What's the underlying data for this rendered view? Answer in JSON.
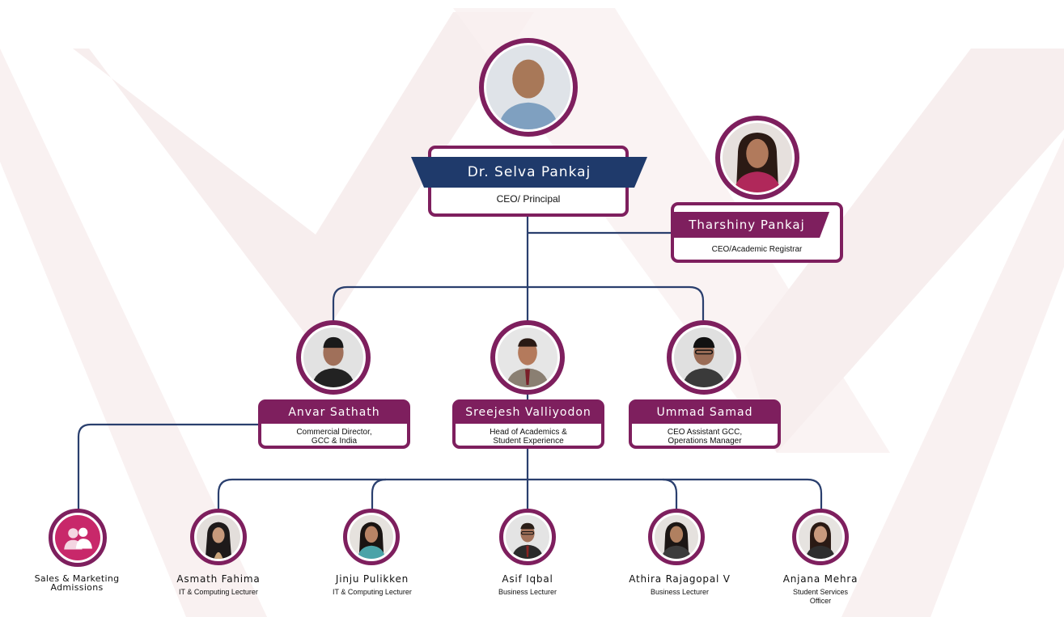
{
  "theme": {
    "accent": "#7e1f5e",
    "navy": "#1f3a6b",
    "line": "#2a3f6e"
  },
  "ceo": {
    "name": "Dr. Selva Pankaj",
    "role": "CEO/ Principal"
  },
  "registrar": {
    "name": "Tharshiny Pankaj",
    "role": "CEO/Academic Registrar"
  },
  "managers": [
    {
      "name": "Anvar Sathath",
      "role_line1": "Commercial Director,",
      "role_line2": "GCC & India"
    },
    {
      "name": "Sreejesh Valliyodon",
      "role_line1": "Head of Academics &",
      "role_line2": "Student Experience"
    },
    {
      "name": "Ummad Samad",
      "role_line1": "CEO Assistant GCC,",
      "role_line2": "Operations Manager"
    }
  ],
  "department": {
    "name_line1": "Sales & Marketing",
    "name_line2": "Admissions",
    "icon": "users-icon"
  },
  "staff": [
    {
      "name": "Asmath Fahima",
      "role_line1": "IT & Computing Lecturer",
      "role_line2": ""
    },
    {
      "name": "Jinju Pulikken",
      "role_line1": "IT & Computing Lecturer",
      "role_line2": ""
    },
    {
      "name": "Asif Iqbal",
      "role_line1": "Business Lecturer",
      "role_line2": ""
    },
    {
      "name": "Athira Rajagopal V",
      "role_line1": "Business Lecturer",
      "role_line2": ""
    },
    {
      "name": "Anjana Mehra",
      "role_line1": "Student Services",
      "role_line2": "Officer"
    }
  ]
}
